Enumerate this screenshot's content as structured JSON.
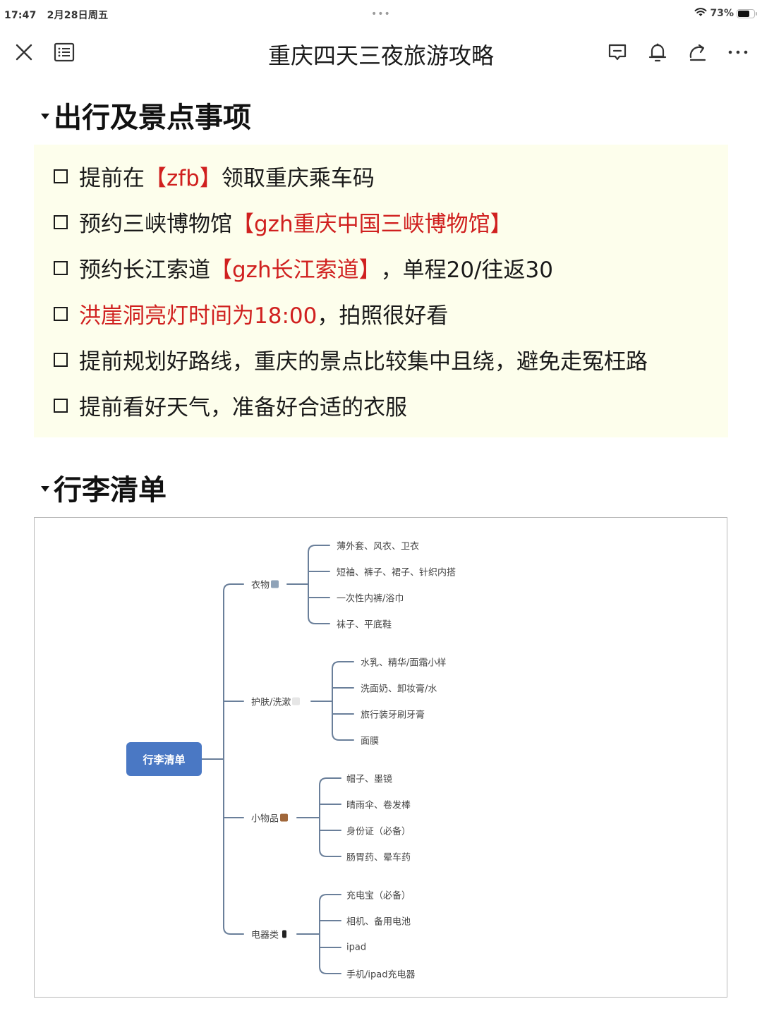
{
  "status_bar": {
    "time": "17:47",
    "date": "2月28日周五",
    "center_dots": "•••",
    "battery_percent": "73%",
    "icons": [
      "wifi-icon",
      "battery-icon"
    ]
  },
  "nav": {
    "title": "重庆四天三夜旅游攻略",
    "left_icons": [
      "close-icon",
      "outline-list-icon"
    ],
    "right_icons": [
      "comment-icon",
      "bell-icon",
      "share-icon",
      "more-icon"
    ]
  },
  "section1": {
    "heading": "出行及景点事项",
    "items": [
      {
        "parts": [
          {
            "text": "提前在",
            "red": false
          },
          {
            "text": "【zfb】",
            "red": true
          },
          {
            "text": "领取重庆乘车码",
            "red": false
          }
        ]
      },
      {
        "parts": [
          {
            "text": "预约三峡博物馆",
            "red": false
          },
          {
            "text": "【gzh重庆中国三峡博物馆】",
            "red": true
          }
        ]
      },
      {
        "parts": [
          {
            "text": "预约长江索道",
            "red": false
          },
          {
            "text": "【gzh长江索道】",
            "red": true
          },
          {
            "text": "，单程20/往返30",
            "red": false
          }
        ]
      },
      {
        "parts": [
          {
            "text": "洪崖洞亮灯时间为18:00",
            "red": true
          },
          {
            "text": "，拍照很好看",
            "red": false
          }
        ]
      },
      {
        "parts": [
          {
            "text": "提前规划好路线，重庆的景点比较集中且绕，避免走冤枉路",
            "red": false
          }
        ]
      },
      {
        "parts": [
          {
            "text": "提前看好天气，准备好合适的衣服",
            "red": false
          }
        ]
      }
    ],
    "callout_bg": "#fdfeec",
    "highlight_color": "#d0201f"
  },
  "section2": {
    "heading": "行李清单",
    "mindmap": {
      "root": "行李清单",
      "root_color": "#4a78c4",
      "line_color": "#6a7f9a",
      "branches": [
        {
          "label": "衣物",
          "emoji": "person-emoji",
          "children": [
            "薄外套、风衣、卫衣",
            "短袖、裤子、裙子、针织内搭",
            "一次性内裤/浴巾",
            "袜子、平底鞋"
          ]
        },
        {
          "label": "护肤/洗漱",
          "emoji": "soap-emoji",
          "children": [
            "水乳、精华/面霜小样",
            "洗面奶、卸妆膏/水",
            "旅行装牙刷牙膏",
            "面膜"
          ]
        },
        {
          "label": "小物品",
          "emoji": "handbag-emoji",
          "children": [
            "帽子、墨镜",
            "晴雨伞、卷发棒",
            "身份证（必备）",
            "肠胃药、晕车药"
          ]
        },
        {
          "label": "电器类",
          "emoji": "phone-emoji",
          "children": [
            "充电宝（必备）",
            "相机、备用电池",
            "ipad",
            "手机/ipad充电器"
          ]
        }
      ]
    }
  }
}
